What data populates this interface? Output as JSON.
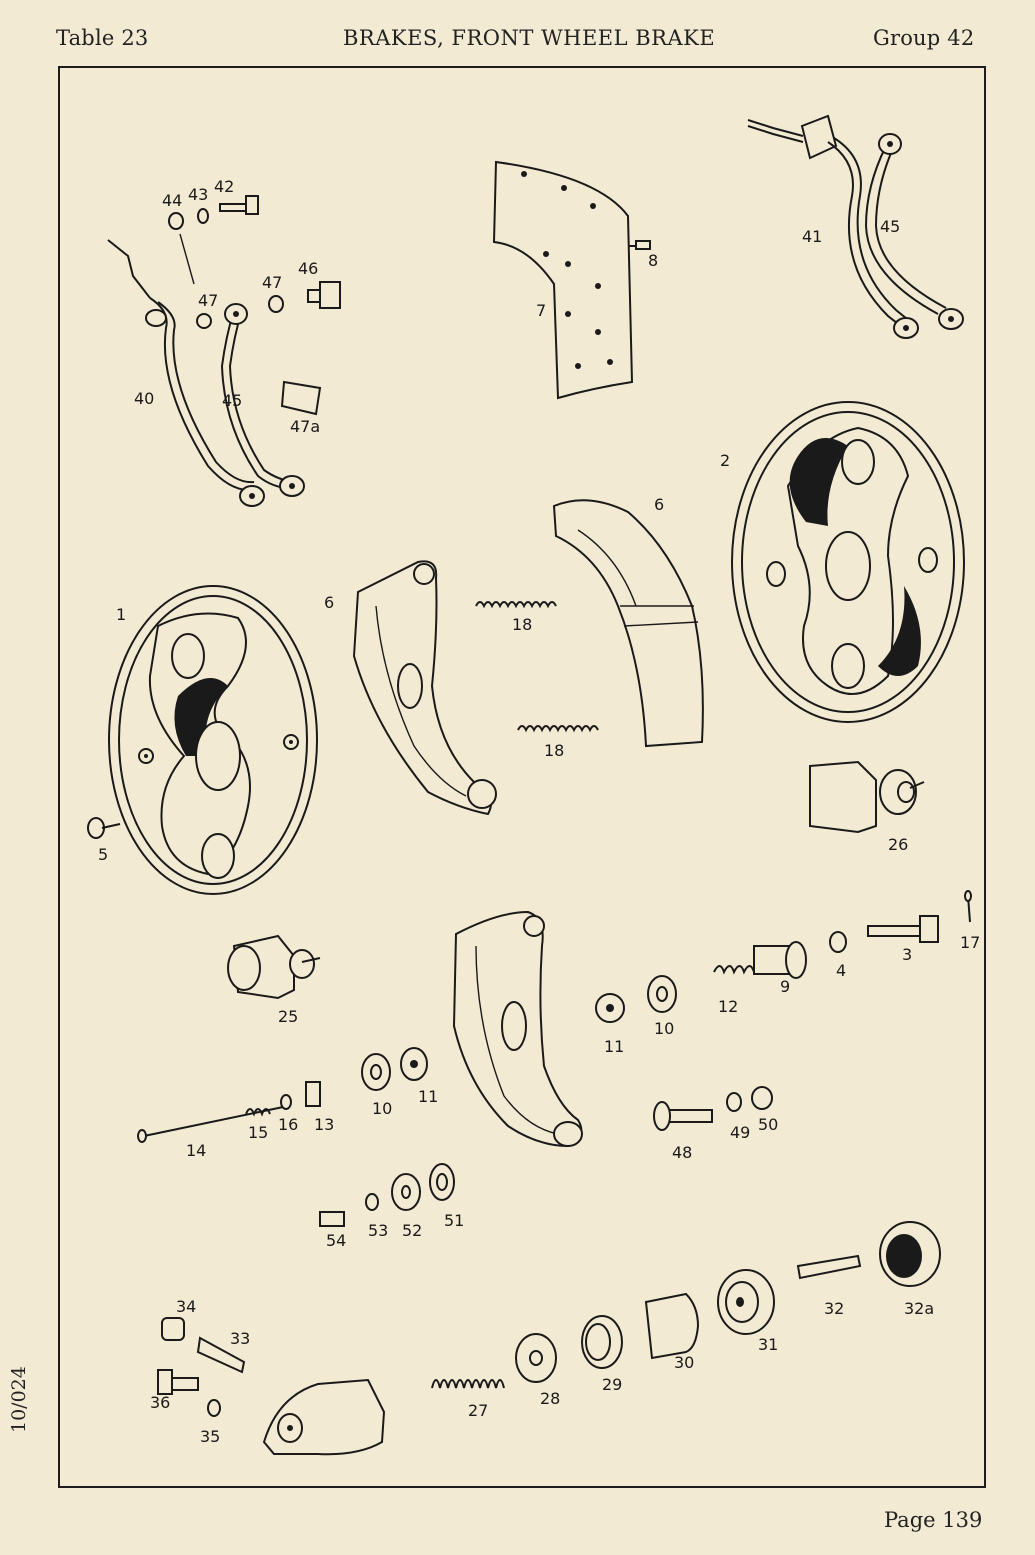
{
  "header": {
    "left": "Table 23",
    "center": "BRAKES, FRONT WHEEL BRAKE",
    "right": "Group 42"
  },
  "side_code": "10/024",
  "footer": {
    "page": "Page 139"
  },
  "labels": {
    "l1": "1",
    "l2": "2",
    "l3": "3",
    "l4": "4",
    "l5": "5",
    "l6a": "6",
    "l6b": "6",
    "l7": "7",
    "l8": "8",
    "l9": "9",
    "l10a": "10",
    "l10b": "10",
    "l11a": "11",
    "l11b": "11",
    "l12": "12",
    "l13": "13",
    "l14": "14",
    "l15": "15",
    "l16": "16",
    "l17": "17",
    "l18a": "18",
    "l18b": "18",
    "l25": "25",
    "l26": "26",
    "l27": "27",
    "l28": "28",
    "l29": "29",
    "l30": "30",
    "l31": "31",
    "l32": "32",
    "l32a": "32a",
    "l33": "33",
    "l34": "34",
    "l35": "35",
    "l36": "36",
    "l40": "40",
    "l41": "41",
    "l42": "42",
    "l43": "43",
    "l44": "44",
    "l45a": "45",
    "l45b": "45",
    "l46": "46",
    "l47a": "47",
    "l47b": "47",
    "l47c": "47a",
    "l48": "48",
    "l49": "49",
    "l50": "50",
    "l51": "51",
    "l52": "52",
    "l53": "53",
    "l54": "54"
  }
}
